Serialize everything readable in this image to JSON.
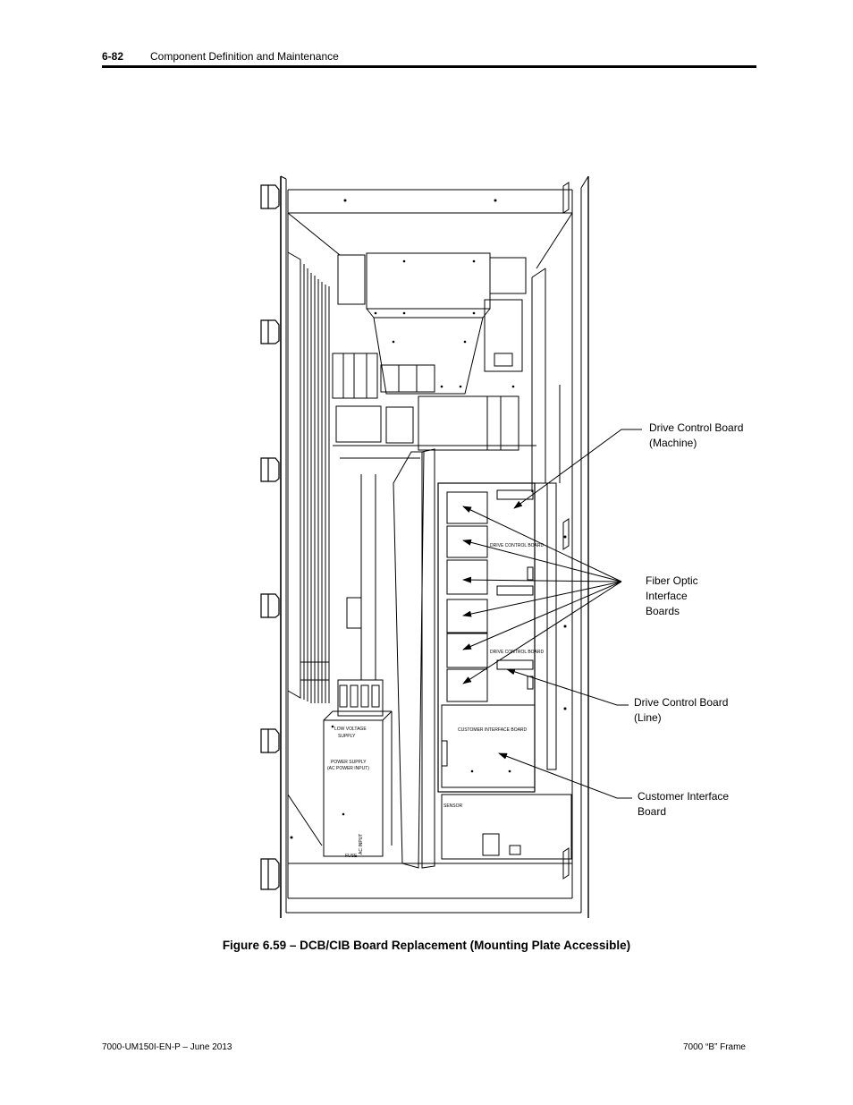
{
  "header": {
    "page_number": "6-82",
    "section_title": "Component Definition and Maintenance"
  },
  "figure": {
    "callouts": {
      "dcb_machine": [
        "Drive Control Board",
        "(Machine)"
      ],
      "fiber_optic": [
        "Fiber Optic",
        "Interface",
        "Boards"
      ],
      "dcb_line": [
        "Drive Control Board",
        "(Line)"
      ],
      "cib": [
        "Customer Interface",
        "Board"
      ]
    },
    "board_labels": {
      "dcb_upper": "DRIVE CONTROL BOARD",
      "dcb_lower": "DRIVE CONTROL BOARD",
      "cib": "CUSTOMER INTERFACE BOARD",
      "psu_top": "LOW VOLTAGE",
      "psu_top2": "SUPPLY",
      "psu_mid": "POWER SUPPLY",
      "psu_mid2": "(AC POWER INPUT)",
      "psu_side": "AC INPUT",
      "psu_bottom": "FUSE",
      "sensor": "SENSOR"
    },
    "caption": "Figure 6.59 – DCB/CIB Board Replacement (Mounting Plate Accessible)"
  },
  "footer": {
    "publication": "7000-UM150I-EN-P – June 2013",
    "frame": "7000 “B” Frame"
  }
}
